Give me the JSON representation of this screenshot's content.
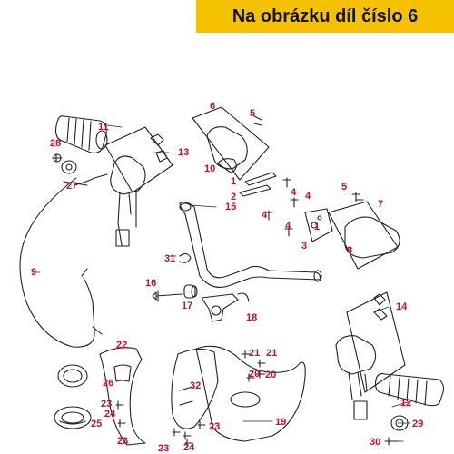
{
  "banner": {
    "text": "Na obrázku díl číslo 6",
    "color": "#f4c200"
  },
  "diagram": {
    "line_color": "#222222",
    "number_color": "#c8102e",
    "labels": {
      "n1a": "1",
      "n1b": "1",
      "n2": "2",
      "n3": "3",
      "n4a": "4",
      "n4b": "4",
      "n4c": "4",
      "n4d": "4",
      "n5a": "5",
      "n5b": "5",
      "n6": "6",
      "n7": "7",
      "n8": "8",
      "n9": "9",
      "n10": "10",
      "n11": "11",
      "n12": "12",
      "n13": "13",
      "n14": "14",
      "n15": "15",
      "n16": "16",
      "n17": "17",
      "n18": "18",
      "n19": "19",
      "n20a": "20",
      "n20b": "20",
      "n21a": "21",
      "n21b": "21",
      "n22": "22",
      "n23a": "23",
      "n23b": "23",
      "n23c": "23",
      "n23d": "23",
      "n24a": "24",
      "n24b": "24",
      "n25": "25",
      "n26": "26",
      "n27": "27",
      "n28": "28",
      "n29": "29",
      "n30": "30",
      "n31": "31",
      "n32": "32"
    }
  }
}
